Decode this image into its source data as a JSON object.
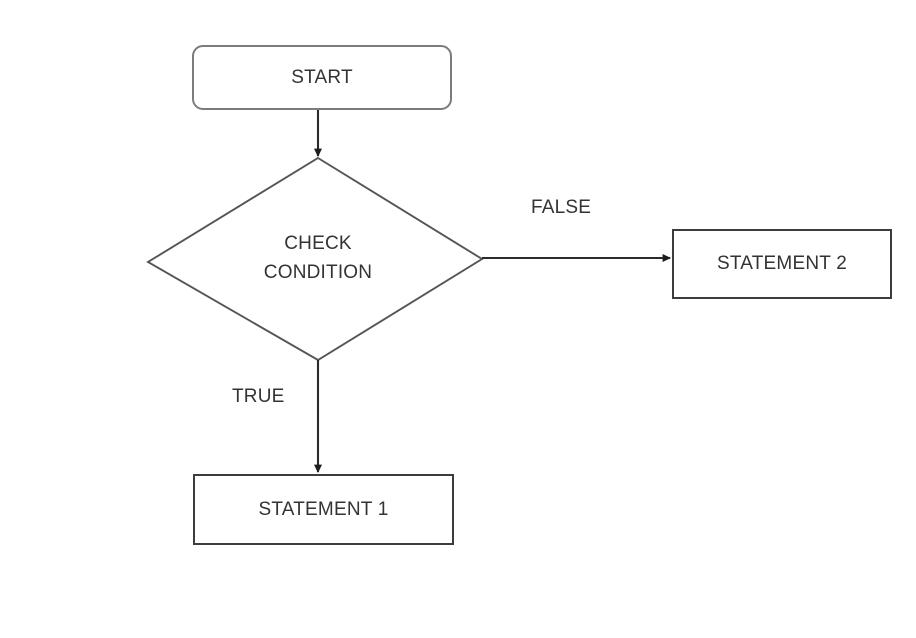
{
  "diagram": {
    "type": "flowchart",
    "title": "if-else conditional flowchart",
    "background_color": "#ffffff",
    "text_color": "#333333",
    "terminator_stroke": "#7c7c7c",
    "process_stroke": "#3c3c3c",
    "decision_stroke": "#555555",
    "connector_stroke": "#2b2b2b",
    "nodes": [
      {
        "id": "start",
        "shape": "rounded-rectangle",
        "label": "START"
      },
      {
        "id": "check-condition",
        "shape": "diamond",
        "label_line_1": "CHECK",
        "label_line_2": "CONDITION"
      },
      {
        "id": "statement-1",
        "shape": "rectangle",
        "label": "STATEMENT 1"
      },
      {
        "id": "statement-2",
        "shape": "rectangle",
        "label": "STATEMENT 2"
      }
    ],
    "edges": [
      {
        "id": "start-to-check",
        "from": "start",
        "to": "check-condition",
        "label": "",
        "direction": "down"
      },
      {
        "id": "check-to-statement-2",
        "from": "check-condition",
        "to": "statement-2",
        "label": "FALSE",
        "direction": "right"
      },
      {
        "id": "check-to-statement-1",
        "from": "check-condition",
        "to": "statement-1",
        "label": "TRUE",
        "direction": "down"
      }
    ]
  }
}
